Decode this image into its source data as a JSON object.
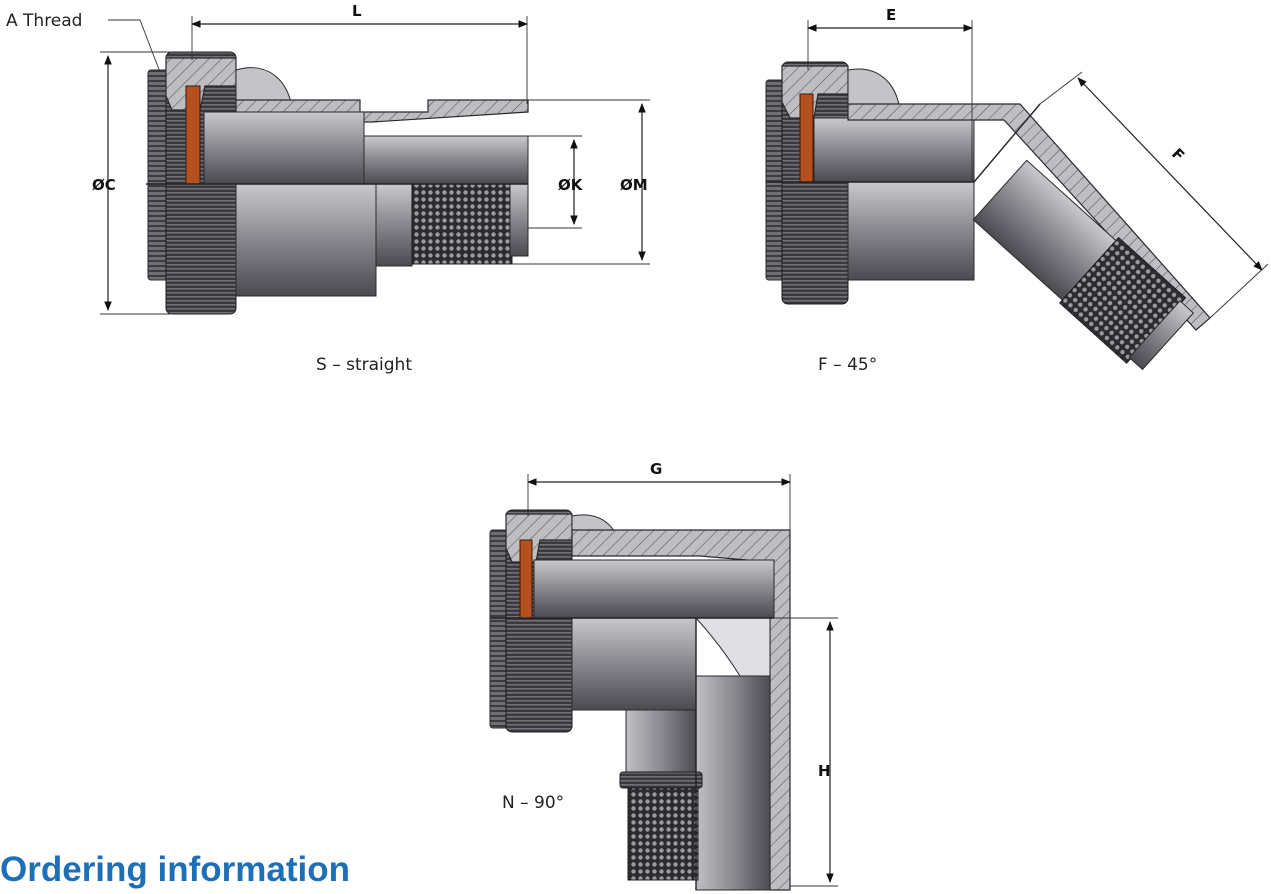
{
  "section_heading": "Ordering information",
  "views": [
    {
      "id": "straight",
      "caption": "S – straight"
    },
    {
      "id": "45deg",
      "caption": "F – 45°"
    },
    {
      "id": "90deg",
      "caption": "N – 90°"
    }
  ],
  "dimensions": {
    "L": "L",
    "C": "ØC",
    "K": "ØK",
    "M": "ØM",
    "E": "E",
    "F": "F",
    "G": "G",
    "H": "H"
  },
  "callouts": {
    "thread": "A Thread"
  },
  "colors": {
    "heading": "#1d6fb8",
    "seal": "#b4511e",
    "metal_dark": "#5a5a60",
    "metal_light": "#c4c4c8"
  }
}
